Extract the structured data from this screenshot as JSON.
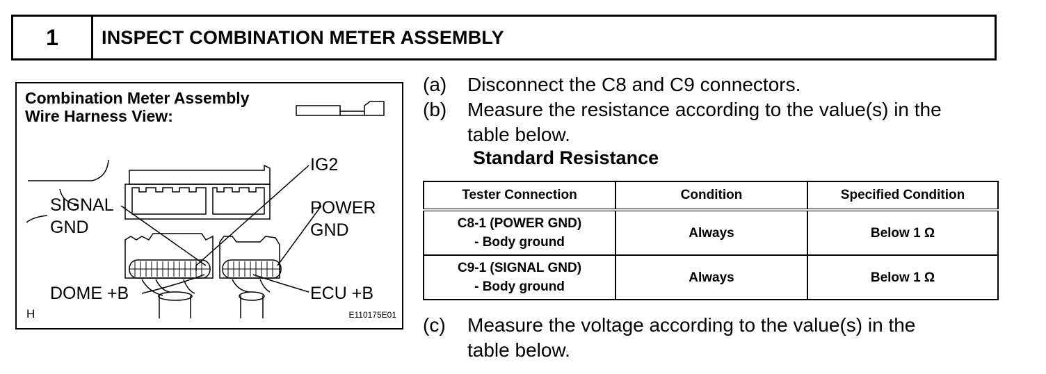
{
  "header": {
    "step_number": "1",
    "title": "INSPECT COMBINATION METER ASSEMBLY"
  },
  "figure": {
    "title_line1": "Combination Meter Assembly",
    "title_line2": "Wire Harness View:",
    "labels": {
      "ig2": "IG2",
      "signal": "SIGNAL",
      "gnd_left": "GND",
      "power": "POWER",
      "gnd_right": "GND",
      "dome": "DOME +B",
      "ecu": "ECU +B"
    },
    "corner_letter": "H",
    "figure_code": "E110175E01"
  },
  "steps": {
    "a_mark": "(a)",
    "a_text": "Disconnect the C8 and C9 connectors.",
    "b_mark": "(b)",
    "b_text_line1": "Measure the resistance according to the value(s) in the",
    "b_text_line2": "table below.",
    "c_mark": "(c)",
    "c_text_line1": "Measure the voltage according to the value(s) in the",
    "c_text_line2": "table below."
  },
  "standard_title": "Standard Resistance",
  "table": {
    "headers": [
      "Tester Connection",
      "Condition",
      "Specified Condition"
    ],
    "rows": [
      {
        "conn_line1": "C8-1 (POWER GND)",
        "conn_line2": "- Body ground",
        "condition": "Always",
        "specified": "Below 1 Ω"
      },
      {
        "conn_line1": "C9-1 (SIGNAL GND)",
        "conn_line2": "- Body ground",
        "condition": "Always",
        "specified": "Below 1 Ω"
      }
    ]
  }
}
